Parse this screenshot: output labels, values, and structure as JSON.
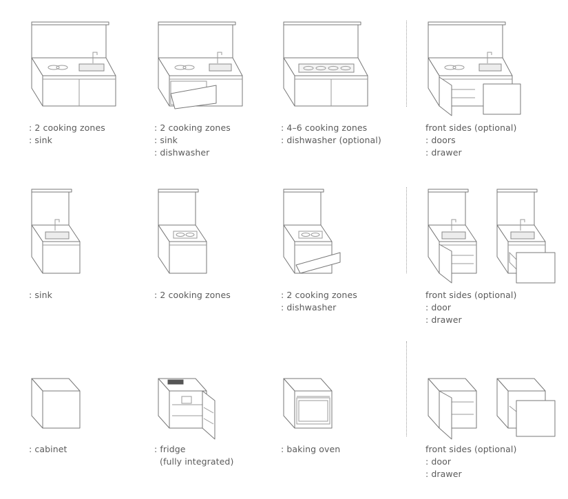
{
  "rows": [
    {
      "cells": [
        {
          "id": "r1c1",
          "variant": "double-cooktop-sink",
          "lines": [
            ": 2 cooking zones",
            ": sink"
          ]
        },
        {
          "id": "r1c2",
          "variant": "double-cooktop-sink-dishwasher",
          "lines": [
            ": 2 cooking zones",
            ": sink",
            ": dishwasher"
          ]
        },
        {
          "id": "r1c3",
          "variant": "double-cooktop-wide",
          "lines": [
            ": 4–6 cooking zones",
            ": dishwasher (optional)"
          ]
        },
        {
          "id": "r1c4",
          "variant": "double-open-fronts",
          "lines": [
            "front sides (optional)",
            ": doors",
            ": drawer"
          ]
        }
      ]
    },
    {
      "cells": [
        {
          "id": "r2c1",
          "variant": "single-sink",
          "lines": [
            ": sink"
          ]
        },
        {
          "id": "r2c2",
          "variant": "single-cooktop",
          "lines": [
            ": 2 cooking zones"
          ]
        },
        {
          "id": "r2c3",
          "variant": "single-cooktop-dishwasher",
          "lines": [
            ": 2 cooking zones",
            ": dishwasher"
          ]
        },
        {
          "id": "r2c4",
          "variant": "single-open-fronts",
          "lines": [
            "front sides (optional)",
            ": door",
            ": drawer"
          ]
        }
      ]
    },
    {
      "cells": [
        {
          "id": "r3c1",
          "variant": "cabinet",
          "lines": [
            ": cabinet"
          ]
        },
        {
          "id": "r3c2",
          "variant": "fridge",
          "lines": [
            ": fridge",
            "(fully integrated)"
          ]
        },
        {
          "id": "r3c3",
          "variant": "oven",
          "lines": [
            ": baking oven"
          ]
        },
        {
          "id": "r3c4",
          "variant": "cube-open-fronts",
          "lines": [
            "front sides (optional)",
            ": door",
            ": drawer"
          ]
        }
      ]
    }
  ]
}
